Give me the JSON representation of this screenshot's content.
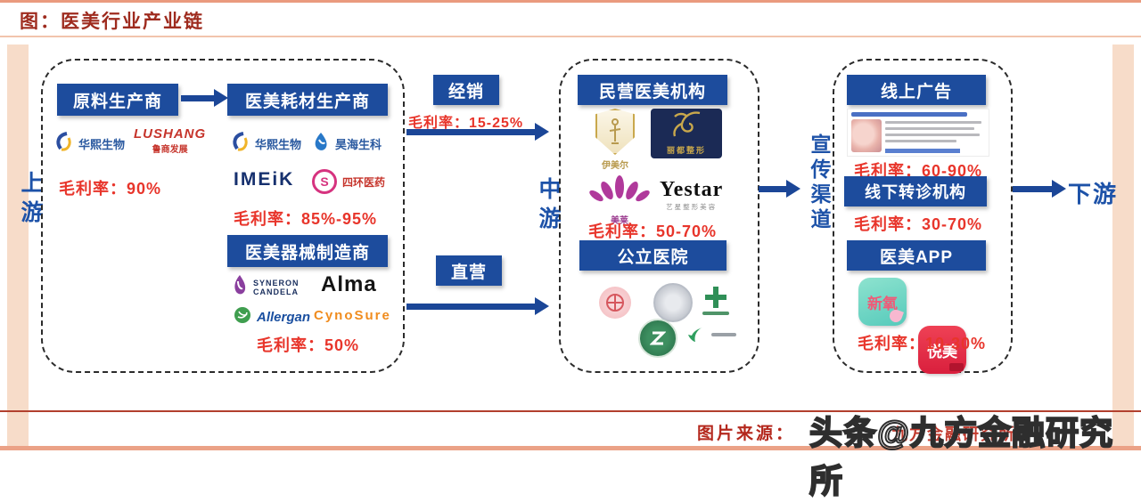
{
  "header": {
    "title": "图：医美行业产业链"
  },
  "stage_labels": {
    "upstream": "上游",
    "midstream": "中游",
    "channel": "宣传渠道",
    "downstream": "下游"
  },
  "colors": {
    "accent_blue": "#1d4c9d",
    "margin_red": "#e8352b",
    "title_red": "#9e2b1e"
  },
  "upstream": {
    "raw": {
      "title": "原料生产商",
      "margin": "毛利率：90%",
      "logos": {
        "bloomage": "华熙生物",
        "lushang_en": "LUSHANG",
        "lushang_cn": "鲁商发展"
      }
    },
    "consumables": {
      "title": "医美耗材生产商",
      "margin": "毛利率：85%-95%",
      "logos": {
        "bloomage": "华熙生物",
        "haohai": "昊海生科",
        "imeik": "IMEiK",
        "sihuan_s": "S",
        "sihuan": "四环医药"
      }
    },
    "devices": {
      "title": "医美器械制造商",
      "margin": "毛利率：50%",
      "logos": {
        "syneron_line1": "SYNERON",
        "syneron_line2": "CANDELA",
        "alma": "Alma",
        "allergan": "Allergan",
        "cynosure": "CynoSure"
      }
    }
  },
  "flow": {
    "distribution": {
      "label": "经销",
      "margin": "毛利率：15-25%"
    },
    "direct": {
      "label": "直营"
    }
  },
  "midstream": {
    "private": {
      "title": "民营医美机构",
      "margin": "毛利率：50-70%",
      "logos": {
        "evercare": "伊美尔",
        "lidu": "丽都整形",
        "mylike": "美莱",
        "yestar": "Yestar",
        "yestar_sub": "艺星整形美容"
      }
    },
    "public": {
      "title": "公立医院"
    }
  },
  "channels": {
    "online_ads": {
      "title": "线上广告",
      "margin": "毛利率：60-90%"
    },
    "referral": {
      "title": "线下转诊机构",
      "margin": "毛利率：30-70%"
    },
    "apps": {
      "title": "医美APP",
      "margin": "毛利率：10-30%",
      "logos": {
        "soyoung": "新氧",
        "yuemei": "悦美"
      }
    }
  },
  "footer": {
    "source_label": "图片来源：",
    "source_text": "九方金融研究所",
    "watermark": "头条@九方金融研究所"
  }
}
